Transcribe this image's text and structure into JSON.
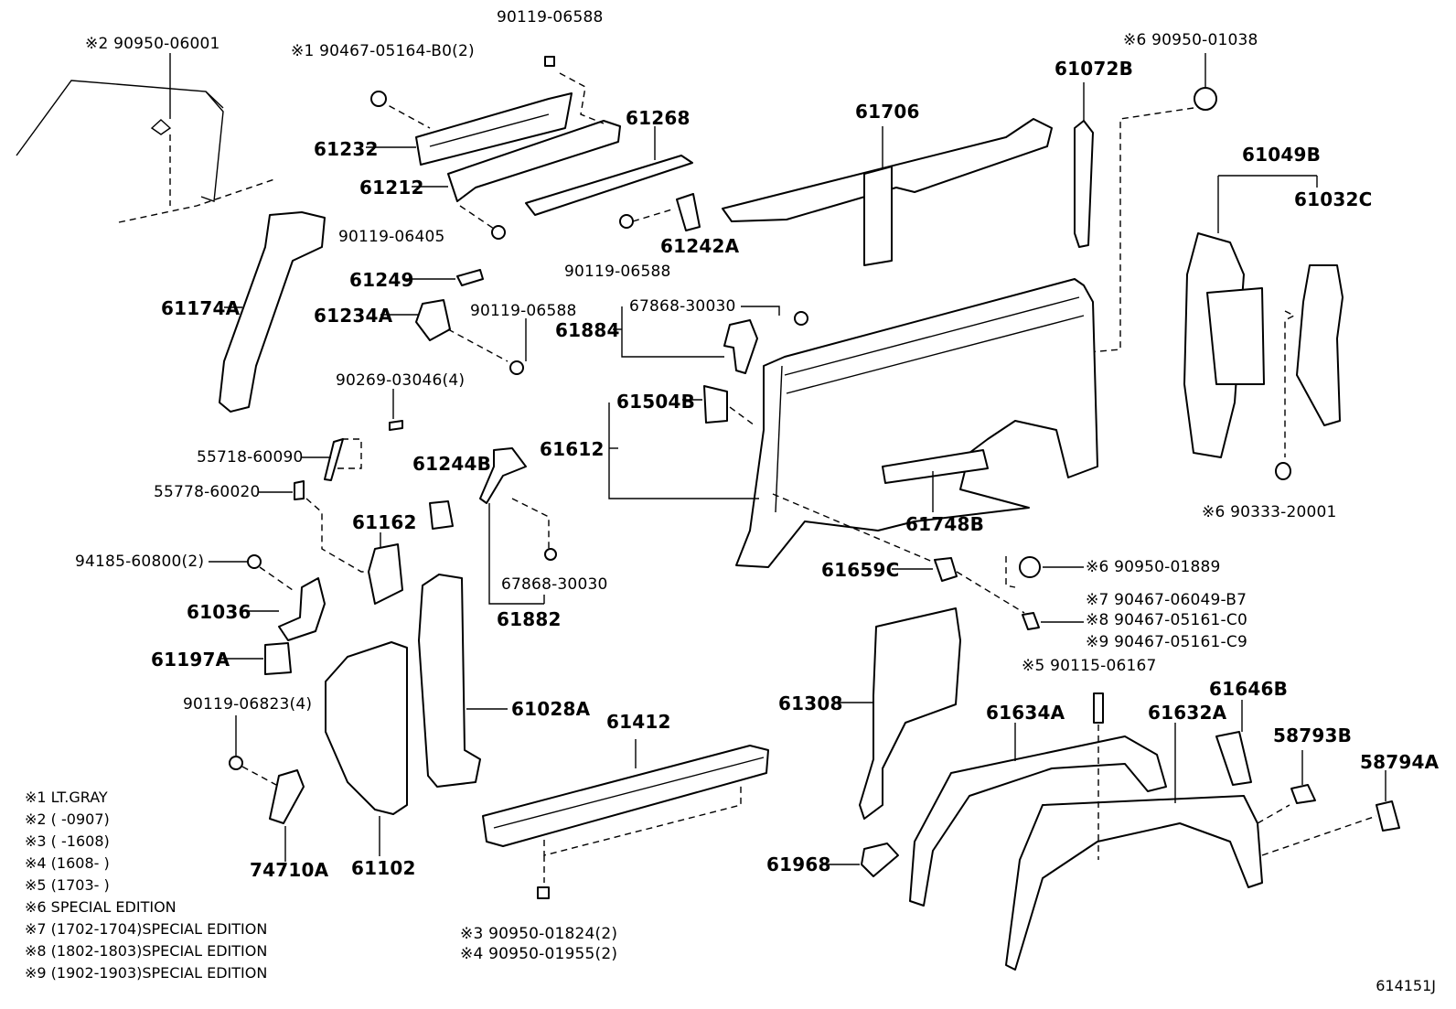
{
  "labels": {
    "p90950_06001": "※2 90950-06001",
    "p90467_05164": "※1 90467-05164-B0(2)",
    "p90119_06588_top": "90119-06588",
    "p61268": "61268",
    "p61232": "61232",
    "p61212": "61212",
    "p90119_06405": "90119-06405",
    "p90119_06588_mid": "90119-06588",
    "p61242A": "61242A",
    "p61706": "61706",
    "p61072B": "61072B",
    "p90950_01038": "※6 90950-01038",
    "p61049B": "61049B",
    "p61032C": "61032C",
    "p61174A": "61174A",
    "p61249": "61249",
    "p61234A": "61234A",
    "p90119_06588_low": "90119-06588",
    "p67868_30030_top": "67868-30030",
    "p61884": "61884",
    "p90269_03046": "90269-03046(4)",
    "p61504B": "61504B",
    "p55718_60090": "55718-60090",
    "p61244B": "61244B",
    "p61612": "61612",
    "p55778_60020": "55778-60020",
    "p61748B": "61748B",
    "p90333_20001": "※6 90333-20001",
    "p61162": "61162",
    "p94185_60800": "94185-60800(2)",
    "p67868_30030_low": "67868-30030",
    "p90950_01889": "※6 90950-01889",
    "p61659C": "61659C",
    "p61036": "61036",
    "p61882": "61882",
    "p90467_06049": "※7 90467-06049-B7",
    "p90467_05161_C0": "※8 90467-05161-C0",
    "p61197A": "61197A",
    "p90467_05161_C9": "※9 90467-05161-C9",
    "p90115_06167": "※5 90115-06167",
    "p61028A": "61028A",
    "p61646B": "61646B",
    "p90119_06823": "90119-06823(4)",
    "p61412": "61412",
    "p61308": "61308",
    "p61634A": "61634A",
    "p61632A": "61632A",
    "p58793B": "58793B",
    "p58794A": "58794A",
    "p74710A": "74710A",
    "p61102": "61102",
    "p61968": "61968",
    "p90950_01824": "※3  90950-01824(2)",
    "p90950_01955": "※4  90950-01955(2)"
  },
  "notes": [
    "※1 LT.GRAY",
    "※2 (        -0907)",
    "※3 (        -1608)",
    "※4 (1608-        )",
    "※5 (1703-        )",
    "※6 SPECIAL EDITION",
    "※7 (1702-1704)SPECIAL EDITION",
    "※8 (1802-1803)SPECIAL EDITION",
    "※9 (1902-1903)SPECIAL EDITION"
  ],
  "figure_id": "614151J"
}
